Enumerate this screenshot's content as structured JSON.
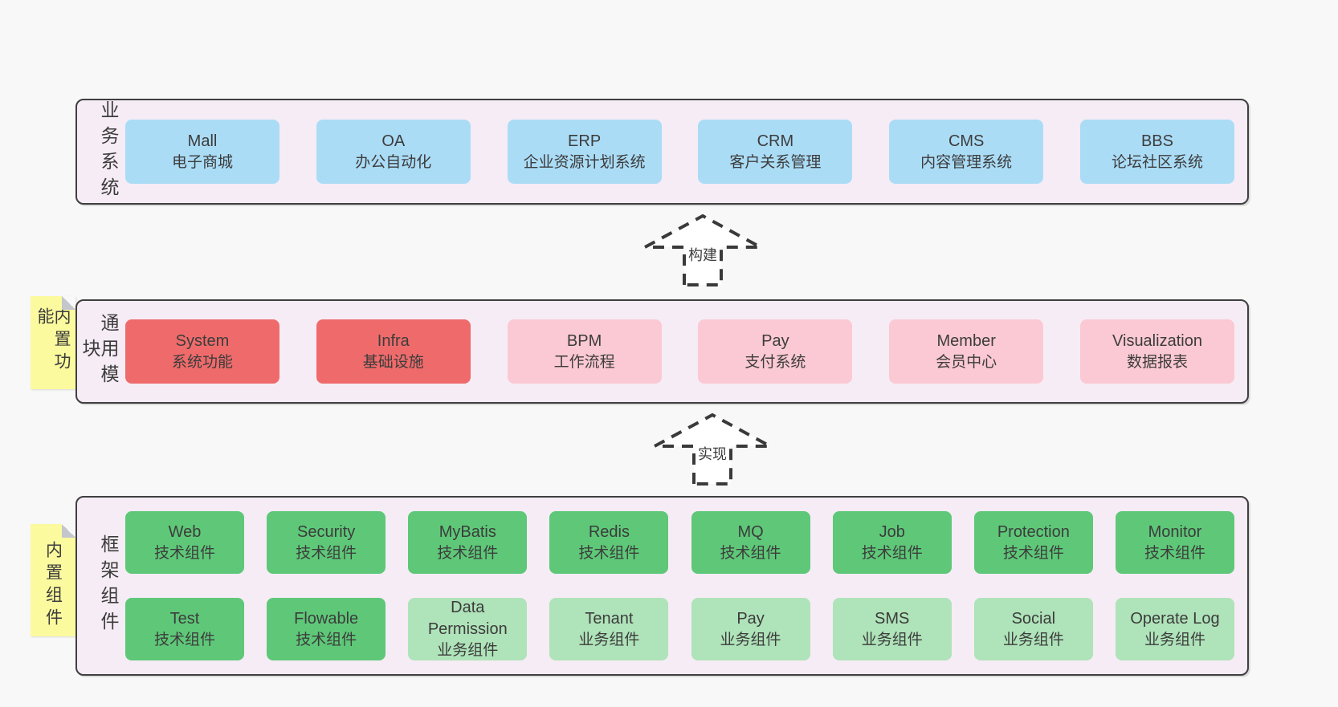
{
  "colors": {
    "page_bg": "#f8f8f8",
    "band_bg": "#f6ecf5",
    "band_border": "#3f3f3f",
    "box_blue": "#abdcf6",
    "box_red": "#ef6b6b",
    "box_pink": "#fbc9d3",
    "box_green": "#5ec878",
    "box_light_green": "#afe3b9",
    "sticky_yellow": "#fbfa9e",
    "sticky_fold_gray": "#c3c6ca",
    "arrow_stroke": "#3a3a3a",
    "text": "#3c3c3c"
  },
  "arrows": [
    {
      "label": "构建"
    },
    {
      "label": "实现"
    }
  ],
  "bands": [
    {
      "label": "业务系统",
      "boxes": [
        {
          "title": "Mall",
          "subtitle": "电子商城"
        },
        {
          "title": "OA",
          "subtitle": "办公自动化"
        },
        {
          "title": "ERP",
          "subtitle": "企业资源计划系统"
        },
        {
          "title": "CRM",
          "subtitle": "客户关系管理"
        },
        {
          "title": "CMS",
          "subtitle": "内容管理系统"
        },
        {
          "title": "BBS",
          "subtitle": "论坛社区系统"
        }
      ]
    },
    {
      "label": "通用模块",
      "sticky": "内置功能",
      "boxes": [
        {
          "title": "System",
          "subtitle": "系统功能"
        },
        {
          "title": "Infra",
          "subtitle": "基础设施"
        },
        {
          "title": "BPM",
          "subtitle": "工作流程"
        },
        {
          "title": "Pay",
          "subtitle": "支付系统"
        },
        {
          "title": "Member",
          "subtitle": "会员中心"
        },
        {
          "title": "Visualization",
          "subtitle": "数据报表"
        }
      ]
    },
    {
      "label": "框架组件",
      "sticky": "内置组件",
      "rows": [
        [
          {
            "title": "Web",
            "subtitle": "技术组件"
          },
          {
            "title": "Security",
            "subtitle": "技术组件"
          },
          {
            "title": "MyBatis",
            "subtitle": "技术组件"
          },
          {
            "title": "Redis",
            "subtitle": "技术组件"
          },
          {
            "title": "MQ",
            "subtitle": "技术组件"
          },
          {
            "title": "Job",
            "subtitle": "技术组件"
          },
          {
            "title": "Protection",
            "subtitle": "技术组件"
          },
          {
            "title": "Monitor",
            "subtitle": "技术组件"
          }
        ],
        [
          {
            "title": "Test",
            "subtitle": "技术组件"
          },
          {
            "title": "Flowable",
            "subtitle": "技术组件"
          },
          {
            "title": "Data Permission",
            "subtitle": "业务组件"
          },
          {
            "title": "Tenant",
            "subtitle": "业务组件"
          },
          {
            "title": "Pay",
            "subtitle": "业务组件"
          },
          {
            "title": "SMS",
            "subtitle": "业务组件"
          },
          {
            "title": "Social",
            "subtitle": "业务组件"
          },
          {
            "title": "Operate Log",
            "subtitle": "业务组件"
          }
        ]
      ]
    }
  ]
}
